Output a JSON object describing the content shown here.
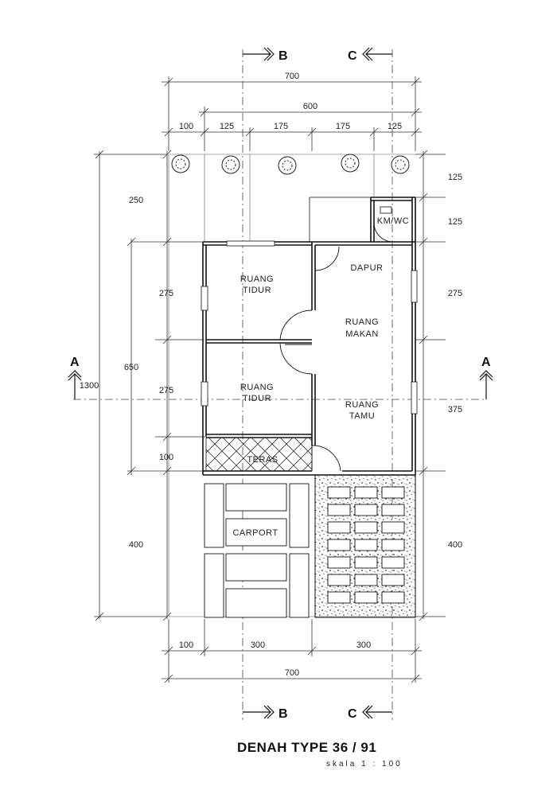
{
  "title": "DENAH TYPE 36 / 91",
  "scale": "skala 1 : 100",
  "rooms": {
    "bedroom_1": [
      "RUANG",
      "TIDUR"
    ],
    "bedroom_2": [
      "RUANG",
      "TIDUR"
    ],
    "kitchen": "DAPUR",
    "dining": [
      "RUANG",
      "MAKAN"
    ],
    "living": [
      "RUANG",
      "TAMU"
    ],
    "bathroom": "KM/WC",
    "terrace": "TERAS",
    "carport": "CARPORT"
  },
  "sections": {
    "a_left": "A",
    "a_right": "A",
    "b_top": "B",
    "c_top": "C",
    "b_bottom": "B",
    "c_bottom": "C"
  },
  "dimensions": {
    "top_total": "700",
    "top_inner": "600",
    "top_segments": [
      "100",
      "125",
      "175",
      "175",
      "125"
    ],
    "left_total": "1300",
    "left_mid": "650",
    "left_segments": [
      "250",
      "275",
      "275",
      "100",
      "400"
    ],
    "right_segments": [
      "125",
      "125",
      "275",
      "375",
      "400"
    ],
    "bottom_segments": [
      "100",
      "300",
      "300"
    ],
    "bottom_total": "700"
  }
}
